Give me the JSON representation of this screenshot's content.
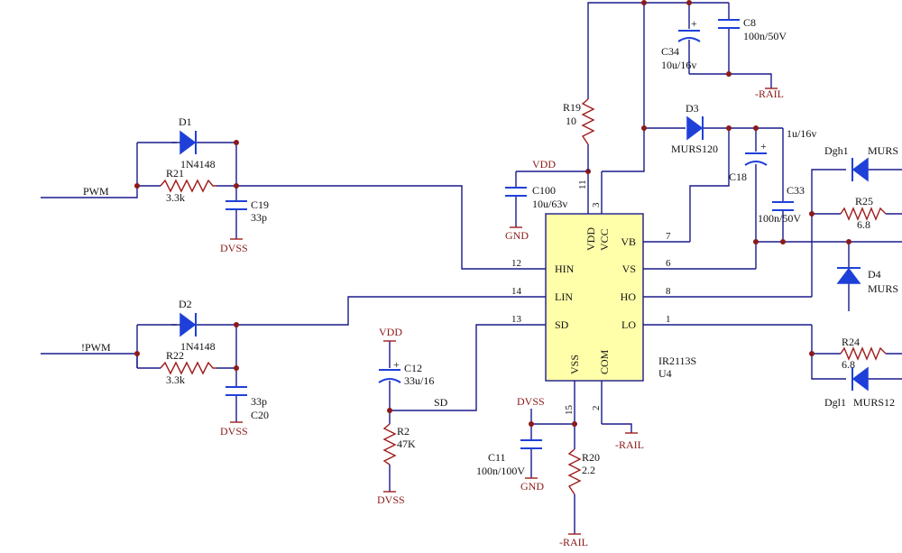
{
  "nets": {
    "pwm": "PWM",
    "npwm": "!PWM",
    "vdd_top": "VDD",
    "vdd_left": "VDD",
    "sd": "SD",
    "dvss_1": "DVSS",
    "dvss_2": "DVSS",
    "dvss_3": "DVSS",
    "dvss_4": "DVSS",
    "gnd_1": "GND",
    "gnd_2": "GND",
    "rail_1": "-RAIL",
    "rail_2": "-RAIL",
    "rail_3": "-RAIL"
  },
  "parts": {
    "d1": {
      "ref": "D1",
      "value": "1N4148"
    },
    "d2": {
      "ref": "D2",
      "value": "1N4148"
    },
    "r21": {
      "ref": "R21",
      "value": "3.3k"
    },
    "r22": {
      "ref": "R22",
      "value": "3.3k"
    },
    "c19": {
      "ref": "C19",
      "value": "33p"
    },
    "c20": {
      "ref": "C20",
      "value": "33p"
    },
    "r19": {
      "ref": "R19",
      "value": "10"
    },
    "c100": {
      "ref": "C100",
      "value": "10u/63v"
    },
    "c34": {
      "ref": "C34",
      "value": "10u/16v"
    },
    "c8": {
      "ref": "C8",
      "value": "100n/50V"
    },
    "d3": {
      "ref": "D3",
      "value": "MURS120"
    },
    "c18": {
      "ref": "C18",
      "value": "1u/16v"
    },
    "c33": {
      "ref": "C33",
      "value": "100n/50V"
    },
    "c12": {
      "ref": "C12",
      "value": "33u/16"
    },
    "r2": {
      "ref": "R2",
      "value": "47K"
    },
    "c11": {
      "ref": "C11",
      "value": "100n/100V"
    },
    "r20": {
      "ref": "R20",
      "value": "2.2"
    },
    "dgh1": {
      "ref": "Dgh1",
      "value": "MURS"
    },
    "r25": {
      "ref": "R25",
      "value": "6.8"
    },
    "d4": {
      "ref": "D4",
      "value": "MURS"
    },
    "r24": {
      "ref": "R24",
      "value": "6.8"
    },
    "dgl1": {
      "ref": "Dgl1",
      "value": "MURS12"
    }
  },
  "ic": {
    "part": "IR2113S",
    "ref": "U4",
    "pins_left": [
      {
        "name": "HIN",
        "num": "12"
      },
      {
        "name": "LIN",
        "num": "14"
      },
      {
        "name": "SD",
        "num": "13"
      }
    ],
    "pins_right": [
      {
        "name": "VB",
        "num": "7"
      },
      {
        "name": "VS",
        "num": "6"
      },
      {
        "name": "HO",
        "num": "8"
      },
      {
        "name": "LO",
        "num": "1"
      }
    ],
    "pins_top": [
      {
        "name": "VDD",
        "num": "11"
      },
      {
        "name": "VCC",
        "num": "3"
      }
    ],
    "pins_bottom": [
      {
        "name": "VSS",
        "num": "15"
      },
      {
        "name": "COM",
        "num": "2"
      }
    ]
  },
  "colors": {
    "wire": "#1a1a8c",
    "component": "#1e40d8",
    "net_label": "#8b1a1a",
    "ic_fill": "#ffffaa"
  }
}
